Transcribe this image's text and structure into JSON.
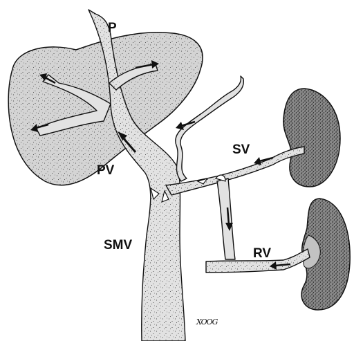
{
  "labels": {
    "p": "P",
    "pv": "PV",
    "sv": "SV",
    "smv": "SMV",
    "rv": "RV"
  },
  "signature": "XOOG",
  "colors": {
    "ink": "#111111",
    "liver_fill": "#d4d4d4",
    "vessel_fill": "#e2e2e2",
    "kidney_fill": "#8a8a8a",
    "kidney_inner": "#c2c2c2",
    "background": "#ffffff"
  }
}
